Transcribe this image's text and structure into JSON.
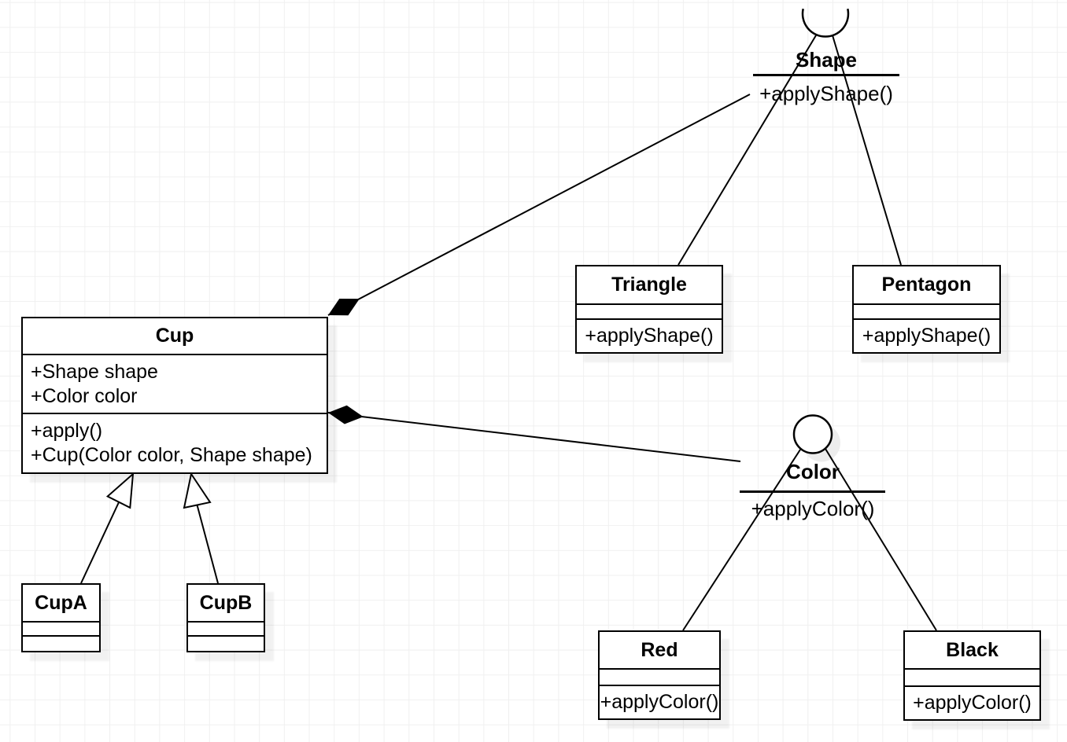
{
  "canvas": {
    "background_color": "#ffffff",
    "grid_color": "#f0f0f0",
    "stroke_color": "#000000",
    "shadow_color": "rgba(0,0,0,0.055)"
  },
  "classes": {
    "cup": {
      "name": "Cup",
      "attributes": [
        "+Shape shape",
        "+Color color"
      ],
      "methods": [
        "+apply()",
        "+Cup(Color color, Shape shape)"
      ]
    },
    "triangle": {
      "name": "Triangle",
      "methods": [
        "+applyShape()"
      ]
    },
    "pentagon": {
      "name": "Pentagon",
      "methods": [
        "+applyShape()"
      ]
    },
    "cupa": {
      "name": "CupA"
    },
    "cupb": {
      "name": "CupB"
    },
    "red": {
      "name": "Red",
      "methods": [
        "+applyColor()"
      ]
    },
    "black": {
      "name": "Black",
      "methods": [
        "+applyColor()"
      ]
    }
  },
  "interfaces": {
    "shape": {
      "name": "Shape",
      "method": "+applyShape()",
      "symbol": "socket"
    },
    "color": {
      "name": "Color",
      "method": "+applyColor()",
      "symbol": "ball"
    }
  },
  "relationships": [
    {
      "type": "composition",
      "from": "Cup",
      "to": "Shape"
    },
    {
      "type": "composition",
      "from": "Cup",
      "to": "Color"
    },
    {
      "type": "generalization",
      "from": "CupA",
      "to": "Cup"
    },
    {
      "type": "generalization",
      "from": "CupB",
      "to": "Cup"
    },
    {
      "type": "association",
      "from": "Shape",
      "to": "Triangle"
    },
    {
      "type": "association",
      "from": "Shape",
      "to": "Pentagon"
    },
    {
      "type": "association",
      "from": "Color",
      "to": "Red"
    },
    {
      "type": "association",
      "from": "Color",
      "to": "Black"
    }
  ]
}
